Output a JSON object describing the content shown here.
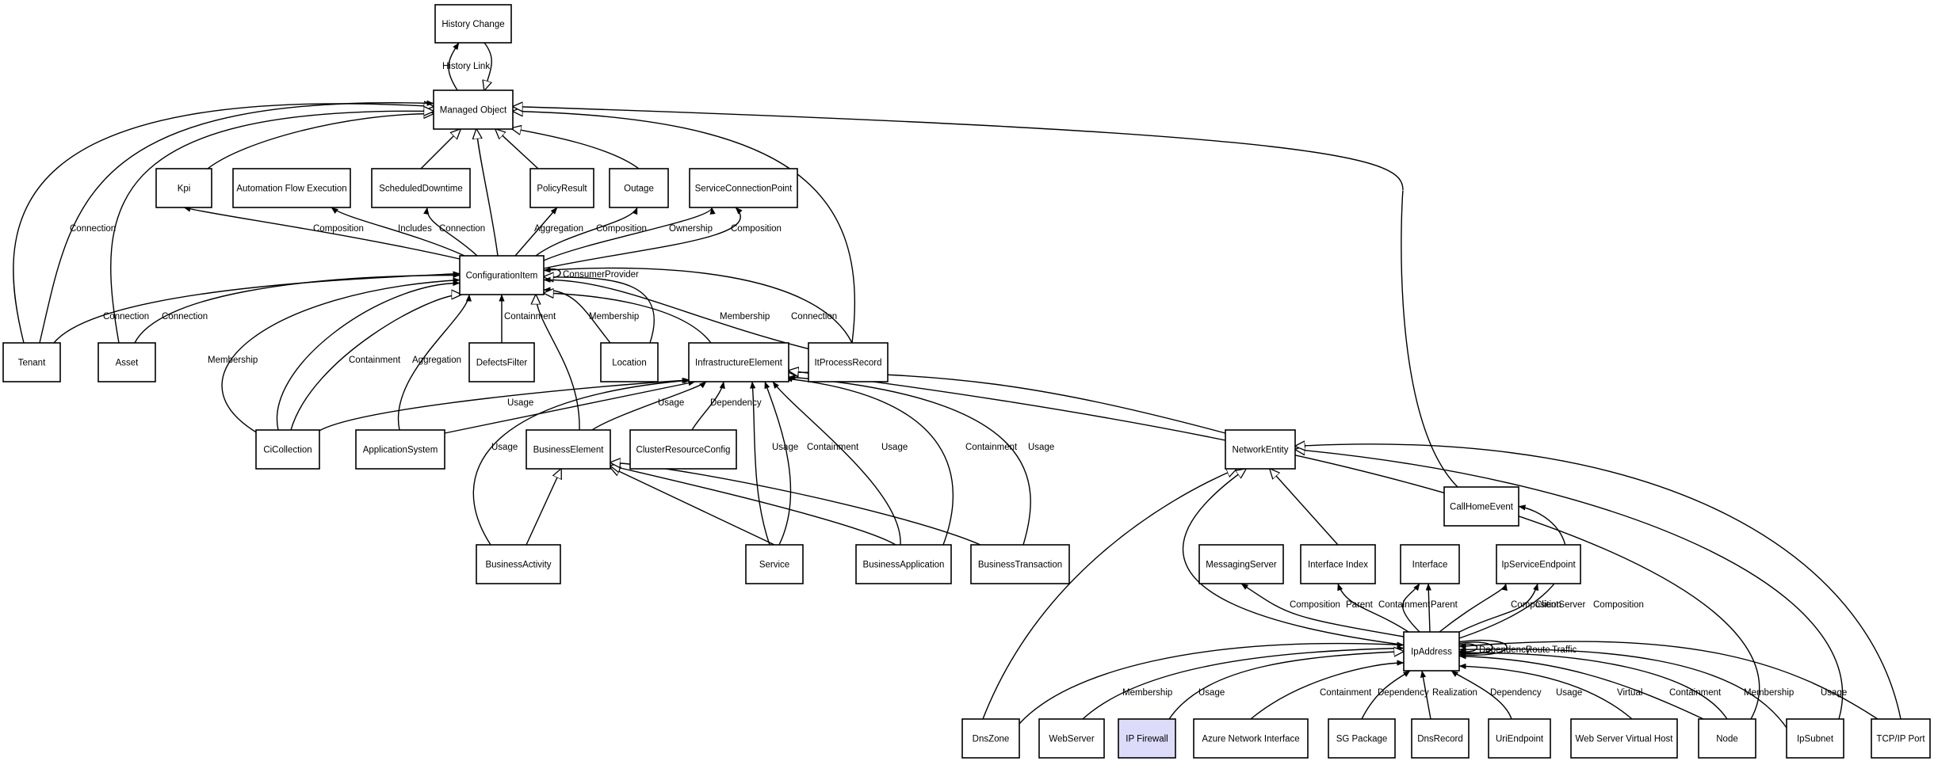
{
  "nodes": [
    {
      "id": "history_change",
      "label": "History Change"
    },
    {
      "id": "managed_object",
      "label": "Managed Object"
    },
    {
      "id": "kpi",
      "label": "Kpi"
    },
    {
      "id": "automation_flow",
      "label": "Automation Flow Execution"
    },
    {
      "id": "scheduled_downtime",
      "label": "ScheduledDowntime"
    },
    {
      "id": "policy_result",
      "label": "PolicyResult"
    },
    {
      "id": "outage",
      "label": "Outage"
    },
    {
      "id": "service_connection_point",
      "label": "ServiceConnectionPoint"
    },
    {
      "id": "configuration_item",
      "label": "ConfigurationItem"
    },
    {
      "id": "tenant",
      "label": "Tenant"
    },
    {
      "id": "asset",
      "label": "Asset"
    },
    {
      "id": "defects_filter",
      "label": "DefectsFilter"
    },
    {
      "id": "location",
      "label": "Location"
    },
    {
      "id": "infrastructure_element",
      "label": "InfrastructureElement"
    },
    {
      "id": "it_process_record",
      "label": "ItProcessRecord"
    },
    {
      "id": "ci_collection",
      "label": "CiCollection"
    },
    {
      "id": "application_system",
      "label": "ApplicationSystem"
    },
    {
      "id": "business_element",
      "label": "BusinessElement"
    },
    {
      "id": "cluster_resource_config",
      "label": "ClusterResourceConfig"
    },
    {
      "id": "network_entity",
      "label": "NetworkEntity"
    },
    {
      "id": "call_home_event",
      "label": "CallHomeEvent"
    },
    {
      "id": "business_activity",
      "label": "BusinessActivity"
    },
    {
      "id": "service",
      "label": "Service"
    },
    {
      "id": "business_application",
      "label": "BusinessApplication"
    },
    {
      "id": "business_transaction",
      "label": "BusinessTransaction"
    },
    {
      "id": "messaging_server",
      "label": "MessagingServer"
    },
    {
      "id": "interface_index",
      "label": "Interface Index"
    },
    {
      "id": "interface",
      "label": "Interface"
    },
    {
      "id": "ip_service_endpoint",
      "label": "IpServiceEndpoint"
    },
    {
      "id": "ip_address",
      "label": "IpAddress"
    },
    {
      "id": "dns_zone",
      "label": "DnsZone"
    },
    {
      "id": "web_server",
      "label": "WebServer"
    },
    {
      "id": "ip_firewall",
      "label": "IP Firewall",
      "highlight": true
    },
    {
      "id": "azure_network_interface",
      "label": "Azure Network Interface"
    },
    {
      "id": "sg_package",
      "label": "SG Package"
    },
    {
      "id": "dns_record",
      "label": "DnsRecord"
    },
    {
      "id": "uri_endpoint",
      "label": "UriEndpoint"
    },
    {
      "id": "web_server_virtual_host",
      "label": "Web Server Virtual Host"
    },
    {
      "id": "node",
      "label": "Node"
    },
    {
      "id": "ip_subnet",
      "label": "IpSubnet"
    },
    {
      "id": "tcp_ip_port",
      "label": "TCP/IP Port"
    }
  ],
  "edges": [
    {
      "from": "managed_object",
      "to": "history_change",
      "kind": "assoc",
      "label": "History Link"
    },
    {
      "from": "history_change",
      "to": "managed_object",
      "kind": "inherit",
      "label": ""
    },
    {
      "from": "kpi",
      "to": "managed_object",
      "kind": "inherit",
      "label": ""
    },
    {
      "from": "scheduled_downtime",
      "to": "managed_object",
      "kind": "inherit",
      "label": ""
    },
    {
      "from": "policy_result",
      "to": "managed_object",
      "kind": "inherit",
      "label": ""
    },
    {
      "from": "outage",
      "to": "managed_object",
      "kind": "inherit",
      "label": ""
    },
    {
      "from": "configuration_item",
      "to": "managed_object",
      "kind": "inherit",
      "label": ""
    },
    {
      "from": "tenant",
      "to": "managed_object",
      "kind": "inherit",
      "label": ""
    },
    {
      "from": "asset",
      "to": "managed_object",
      "kind": "inherit",
      "label": ""
    },
    {
      "from": "tenant",
      "to": "managed_object",
      "kind": "assoc",
      "label": "Connection"
    },
    {
      "from": "it_process_record",
      "to": "managed_object",
      "kind": "inherit",
      "label": ""
    },
    {
      "from": "call_home_event",
      "to": "managed_object",
      "kind": "inherit",
      "label": ""
    },
    {
      "from": "configuration_item",
      "to": "kpi",
      "kind": "assoc",
      "label": "Composition"
    },
    {
      "from": "configuration_item",
      "to": "automation_flow",
      "kind": "assoc",
      "label": "Includes"
    },
    {
      "from": "configuration_item",
      "to": "scheduled_downtime",
      "kind": "assoc",
      "label": "Connection"
    },
    {
      "from": "configuration_item",
      "to": "policy_result",
      "kind": "assoc",
      "label": "Aggregation"
    },
    {
      "from": "configuration_item",
      "to": "outage",
      "kind": "assoc",
      "label": "Composition"
    },
    {
      "from": "configuration_item",
      "to": "service_connection_point",
      "kind": "assoc",
      "label": "Ownership"
    },
    {
      "from": "configuration_item",
      "to": "service_connection_point",
      "kind": "assoc",
      "label": "Composition"
    },
    {
      "from": "configuration_item",
      "to": "configuration_item",
      "kind": "self",
      "label": "ConsumerProvider"
    },
    {
      "from": "tenant",
      "to": "configuration_item",
      "kind": "assoc",
      "label": "Connection"
    },
    {
      "from": "asset",
      "to": "configuration_item",
      "kind": "assoc",
      "label": "Connection"
    },
    {
      "from": "defects_filter",
      "to": "configuration_item",
      "kind": "assoc",
      "label": "Containment"
    },
    {
      "from": "location",
      "to": "configuration_item",
      "kind": "assoc",
      "label": "Membership"
    },
    {
      "from": "location",
      "to": "configuration_item",
      "kind": "inherit",
      "label": ""
    },
    {
      "from": "it_process_record",
      "to": "configuration_item",
      "kind": "assoc",
      "label": "Membership"
    },
    {
      "from": "it_process_record",
      "to": "configuration_item",
      "kind": "assoc",
      "label": "Connection"
    },
    {
      "from": "infrastructure_element",
      "to": "configuration_item",
      "kind": "inherit",
      "label": ""
    },
    {
      "from": "ci_collection",
      "to": "configuration_item",
      "kind": "assoc",
      "label": "Membership"
    },
    {
      "from": "ci_collection",
      "to": "configuration_item",
      "kind": "assoc",
      "label": "Containment"
    },
    {
      "from": "ci_collection",
      "to": "configuration_item",
      "kind": "inherit",
      "label": ""
    },
    {
      "from": "application_system",
      "to": "configuration_item",
      "kind": "assoc",
      "label": "Aggregation"
    },
    {
      "from": "business_element",
      "to": "configuration_item",
      "kind": "inherit",
      "label": ""
    },
    {
      "from": "ci_collection",
      "to": "infrastructure_element",
      "kind": "assoc",
      "label": "Usage"
    },
    {
      "from": "application_system",
      "to": "infrastructure_element",
      "kind": "assoc",
      "label": ""
    },
    {
      "from": "business_element",
      "to": "infrastructure_element",
      "kind": "assoc",
      "label": "Usage"
    },
    {
      "from": "business_activity",
      "to": "infrastructure_element",
      "kind": "assoc",
      "label": "Usage"
    },
    {
      "from": "cluster_resource_config",
      "to": "infrastructure_element",
      "kind": "assoc",
      "label": "Dependency"
    },
    {
      "from": "service",
      "to": "infrastructure_element",
      "kind": "assoc",
      "label": "Usage"
    },
    {
      "from": "service",
      "to": "infrastructure_element",
      "kind": "assoc",
      "label": "Containment"
    },
    {
      "from": "business_application",
      "to": "infrastructure_element",
      "kind": "assoc",
      "label": "Usage"
    },
    {
      "from": "business_application",
      "to": "infrastructure_element",
      "kind": "assoc",
      "label": "Containment"
    },
    {
      "from": "business_transaction",
      "to": "infrastructure_element",
      "kind": "assoc",
      "label": "Usage"
    },
    {
      "from": "network_entity",
      "to": "infrastructure_element",
      "kind": "inherit",
      "label": ""
    },
    {
      "from": "node",
      "to": "infrastructure_element",
      "kind": "inherit",
      "label": ""
    },
    {
      "from": "business_activity",
      "to": "business_element",
      "kind": "inherit",
      "label": ""
    },
    {
      "from": "service",
      "to": "business_element",
      "kind": "inherit",
      "label": ""
    },
    {
      "from": "business_application",
      "to": "business_element",
      "kind": "inherit",
      "label": ""
    },
    {
      "from": "business_transaction",
      "to": "business_element",
      "kind": "inherit",
      "label": ""
    },
    {
      "from": "dns_zone",
      "to": "network_entity",
      "kind": "inherit",
      "label": ""
    },
    {
      "from": "ip_address",
      "to": "network_entity",
      "kind": "inherit",
      "label": ""
    },
    {
      "from": "interface_index",
      "to": "network_entity",
      "kind": "inherit",
      "label": ""
    },
    {
      "from": "ip_subnet",
      "to": "network_entity",
      "kind": "inherit",
      "label": ""
    },
    {
      "from": "tcp_ip_port",
      "to": "network_entity",
      "kind": "inherit",
      "label": ""
    },
    {
      "from": "ip_address",
      "to": "call_home_event",
      "kind": "assoc",
      "label": "Composition"
    },
    {
      "from": "ip_address",
      "to": "messaging_server",
      "kind": "assoc",
      "label": "Composition"
    },
    {
      "from": "ip_address",
      "to": "interface_index",
      "kind": "assoc",
      "label": "Parent"
    },
    {
      "from": "ip_address",
      "to": "interface",
      "kind": "assoc",
      "label": "Containment"
    },
    {
      "from": "ip_address",
      "to": "interface",
      "kind": "assoc",
      "label": "Parent"
    },
    {
      "from": "ip_address",
      "to": "ip_service_endpoint",
      "kind": "assoc",
      "label": "Composition"
    },
    {
      "from": "ip_address",
      "to": "ip_service_endpoint",
      "kind": "assoc",
      "label": "ClientServer"
    },
    {
      "from": "ip_address",
      "to": "ip_address",
      "kind": "self",
      "label": "Dependency"
    },
    {
      "from": "ip_address",
      "to": "ip_address",
      "kind": "self",
      "label": "Route"
    },
    {
      "from": "ip_address",
      "to": "ip_address",
      "kind": "self",
      "label": "Traffic"
    },
    {
      "from": "dns_zone",
      "to": "ip_address",
      "kind": "assoc",
      "label": "Membership"
    },
    {
      "from": "web_server",
      "to": "ip_address",
      "kind": "assoc",
      "label": "Usage"
    },
    {
      "from": "ip_firewall",
      "to": "ip_address",
      "kind": "inherit",
      "label": ""
    },
    {
      "from": "azure_network_interface",
      "to": "ip_address",
      "kind": "assoc",
      "label": "Containment"
    },
    {
      "from": "sg_package",
      "to": "ip_address",
      "kind": "assoc",
      "label": "Dependency"
    },
    {
      "from": "dns_record",
      "to": "ip_address",
      "kind": "assoc",
      "label": "Realization"
    },
    {
      "from": "uri_endpoint",
      "to": "ip_address",
      "kind": "assoc",
      "label": "Dependency"
    },
    {
      "from": "web_server_virtual_host",
      "to": "ip_address",
      "kind": "assoc",
      "label": "Usage"
    },
    {
      "from": "node",
      "to": "ip_address",
      "kind": "assoc",
      "label": "Virtual"
    },
    {
      "from": "node",
      "to": "ip_address",
      "kind": "assoc",
      "label": "Containment"
    },
    {
      "from": "ip_subnet",
      "to": "ip_address",
      "kind": "assoc",
      "label": "Membership"
    },
    {
      "from": "tcp_ip_port",
      "to": "ip_address",
      "kind": "assoc",
      "label": "Usage"
    }
  ]
}
